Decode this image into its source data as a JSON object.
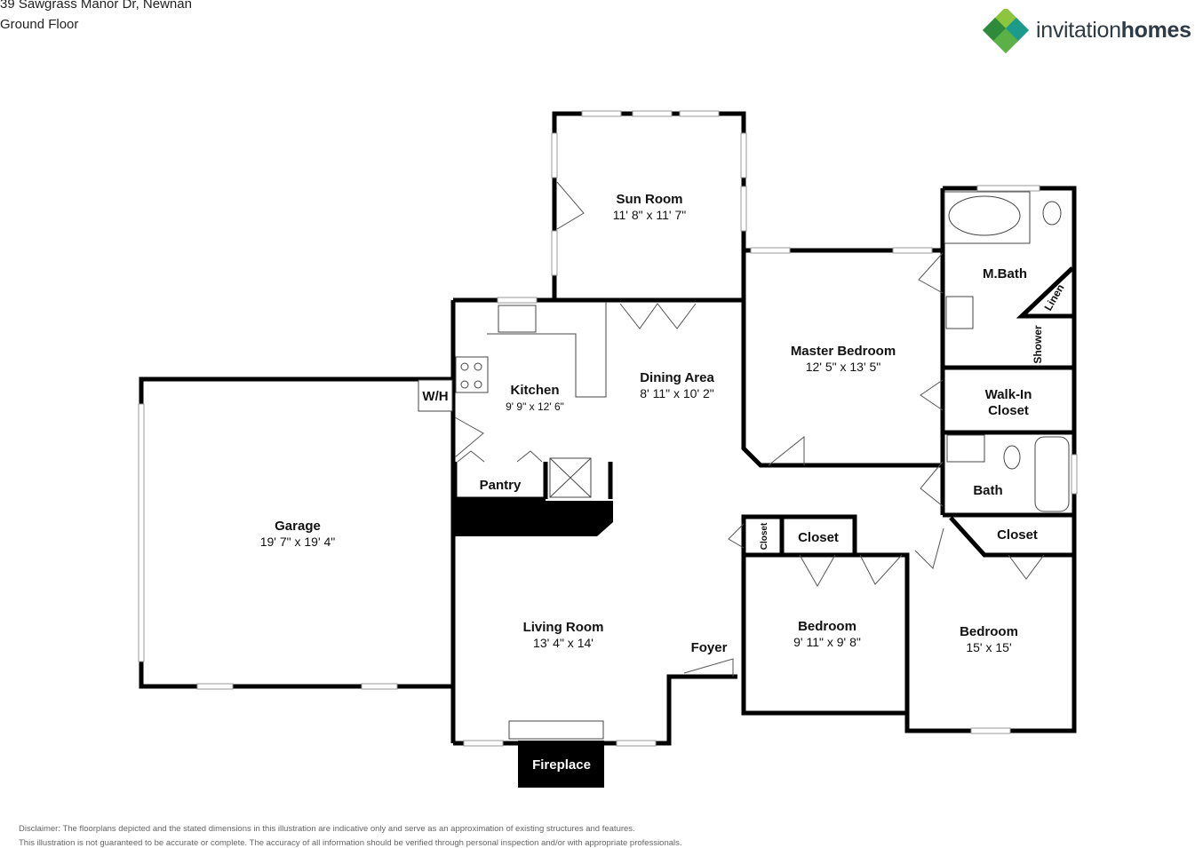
{
  "header": {
    "address": "39 Sawgrass Manor Dr, Newnan",
    "floor": "Ground Floor"
  },
  "brand": {
    "name_light": "invitation",
    "name_bold": "homes",
    "colors": {
      "green_dark": "#2f8a3c",
      "green_light": "#8cc63f",
      "teal": "#1c9a8c",
      "text": "#2e3a45"
    }
  },
  "rooms": {
    "sun_room": {
      "name": "Sun Room",
      "dims": "11' 8\" x 11' 7\""
    },
    "kitchen": {
      "name": "Kitchen",
      "dims": "9' 9\" x 12' 6\""
    },
    "dining": {
      "name": "Dining Area",
      "dims": "8' 11\" x 10' 2\""
    },
    "master_bedroom": {
      "name": "Master Bedroom",
      "dims": "12' 5\" x 13' 5\""
    },
    "master_bath": {
      "name": "M.Bath"
    },
    "linen": {
      "name": "Linen"
    },
    "shower": {
      "name": "Shower"
    },
    "walk_in_closet": {
      "line1": "Walk-In",
      "line2": "Closet"
    },
    "bath": {
      "name": "Bath"
    },
    "garage": {
      "name": "Garage",
      "dims": "19' 7\" x 19' 4\""
    },
    "wh": {
      "name": "W/H"
    },
    "pantry": {
      "name": "Pantry"
    },
    "closet_small": {
      "name": "Closet"
    },
    "closet_a": {
      "name": "Closet"
    },
    "closet_b": {
      "name": "Closet"
    },
    "living_room": {
      "name": "Living Room",
      "dims": "13' 4\" x 14'"
    },
    "foyer": {
      "name": "Foyer"
    },
    "bedroom_a": {
      "name": "Bedroom",
      "dims": "9' 11\" x 9' 8\""
    },
    "bedroom_b": {
      "name": "Bedroom",
      "dims": "15' x 15'"
    },
    "fireplace": {
      "name": "Fireplace"
    }
  },
  "disclaimer": {
    "line1": "Disclaimer: The floorplans depicted and the stated dimensions in this illustration are indicative only and serve as an approximation of existing structures and features.",
    "line2": "This illustration is not guaranteed to be accurate or complete. The accuracy of all information should be verified through personal inspection and/or with appropriate professionals."
  }
}
